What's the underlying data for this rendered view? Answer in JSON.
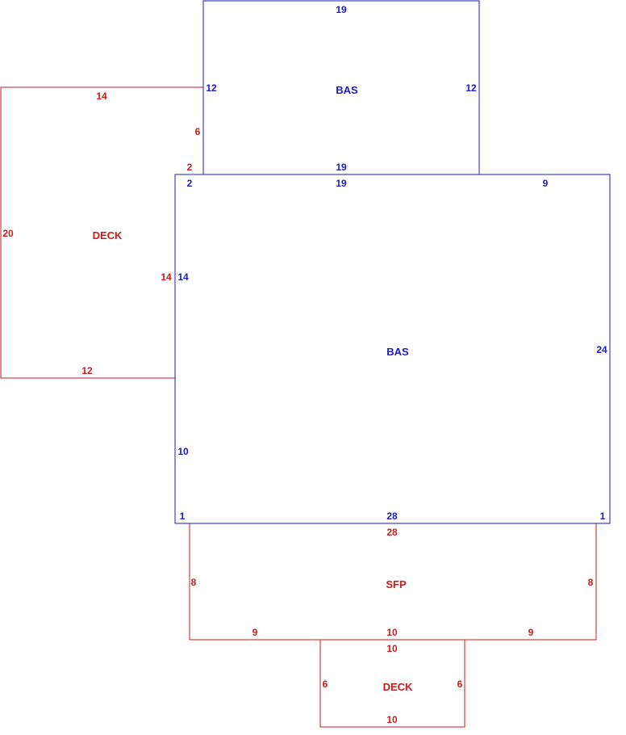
{
  "colors": {
    "building": "#1a1acc",
    "exterior": "#cc1a1a"
  },
  "areas": {
    "upper_bas": {
      "label": "BAS",
      "dims": {
        "top": "19",
        "left": "12",
        "right": "12",
        "bottom": "19"
      }
    },
    "main_bas": {
      "label": "BAS",
      "dims": {
        "top_left_jog": "2",
        "top": "19",
        "top_right": "9",
        "left_upper": "14",
        "right": "24",
        "left_lower": "10",
        "bottom_left": "1",
        "bottom": "28",
        "bottom_right": "1"
      }
    },
    "left_deck": {
      "label": "DECK",
      "dims": {
        "top": "14",
        "right_upper": "6",
        "right_jog": "2",
        "left": "20",
        "right_lower": "14",
        "bottom": "12"
      }
    },
    "sfp": {
      "label": "SFP",
      "dims": {
        "top": "28",
        "left": "8",
        "right": "8",
        "bottom_left": "9",
        "bottom_center": "10",
        "bottom_right": "9"
      }
    },
    "bottom_deck": {
      "label": "DECK",
      "dims": {
        "top": "10",
        "left": "6",
        "right": "6",
        "bottom": "10"
      }
    }
  }
}
